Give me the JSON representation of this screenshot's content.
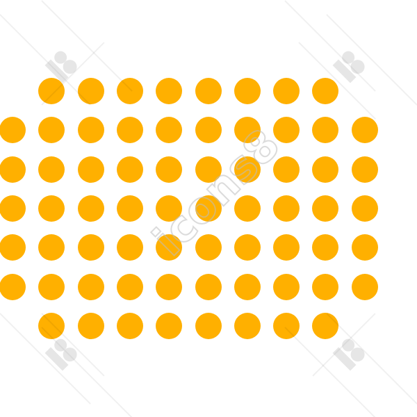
{
  "dot_color": "#FFB000",
  "rows": [
    8,
    10,
    10,
    10,
    10,
    10,
    8
  ],
  "watermark": {
    "text": "icons8",
    "color": "#BEBEBE"
  }
}
